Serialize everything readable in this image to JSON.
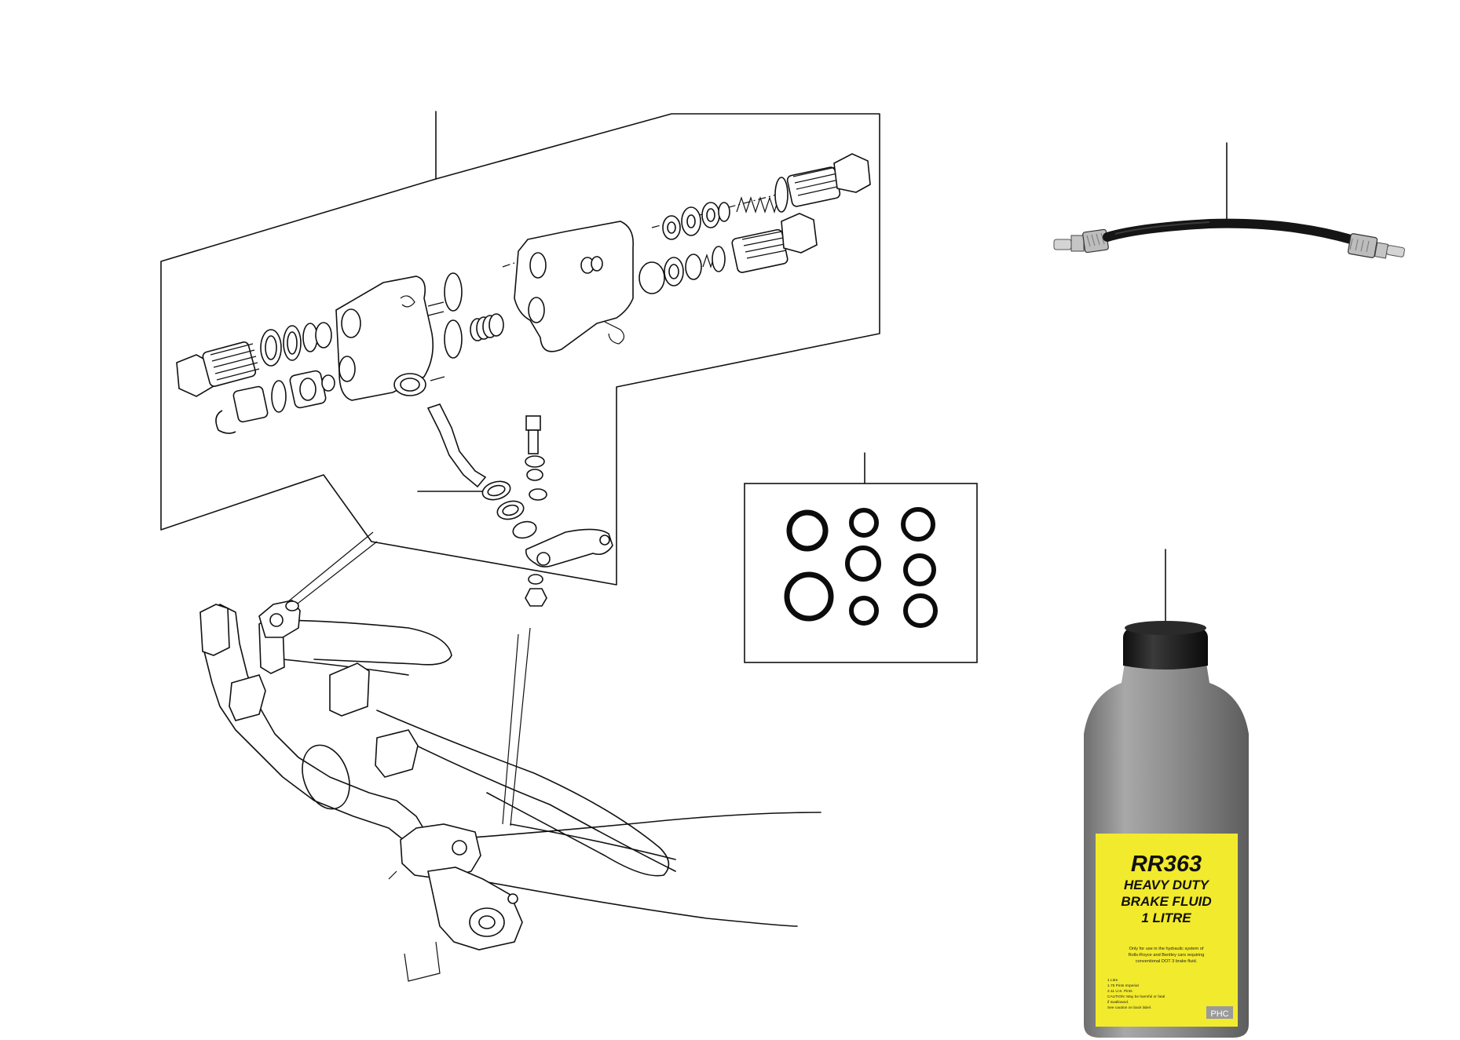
{
  "colors": {
    "line": "#111111",
    "bottle_body": "#8a8a8a",
    "bottle_cap": "#1a1a1a",
    "label_yellow": "#f2ea2c",
    "hose": "#151515",
    "fitting": "#c8c8c8"
  },
  "bottle_label": {
    "code": "RR363",
    "line1": "HEAVY DUTY",
    "line2": "BRAKE FLUID",
    "line3": "1 LITRE",
    "usage_1": "Only for use in the hydraulic system of",
    "usage_2": "Rolls-Royce and Bentley cars requiring",
    "usage_3": "conventional DOT 3 brake fluid.",
    "small_1": "1 Litre",
    "small_2": "1.75 Pints Imperial",
    "small_3": "2.11 U.S. Pints",
    "small_4": "CAUTION: May be harmful or fatal",
    "small_5": "if swallowed.",
    "small_6": "See caution on back label.",
    "brand": "PHC"
  },
  "icons": {
    "valve_assembly": "brake-valve-exploded-icon",
    "hose": "brake-hose-icon",
    "seal_kit": "o-ring-seal-kit-icon",
    "bottle": "brake-fluid-bottle-icon"
  }
}
